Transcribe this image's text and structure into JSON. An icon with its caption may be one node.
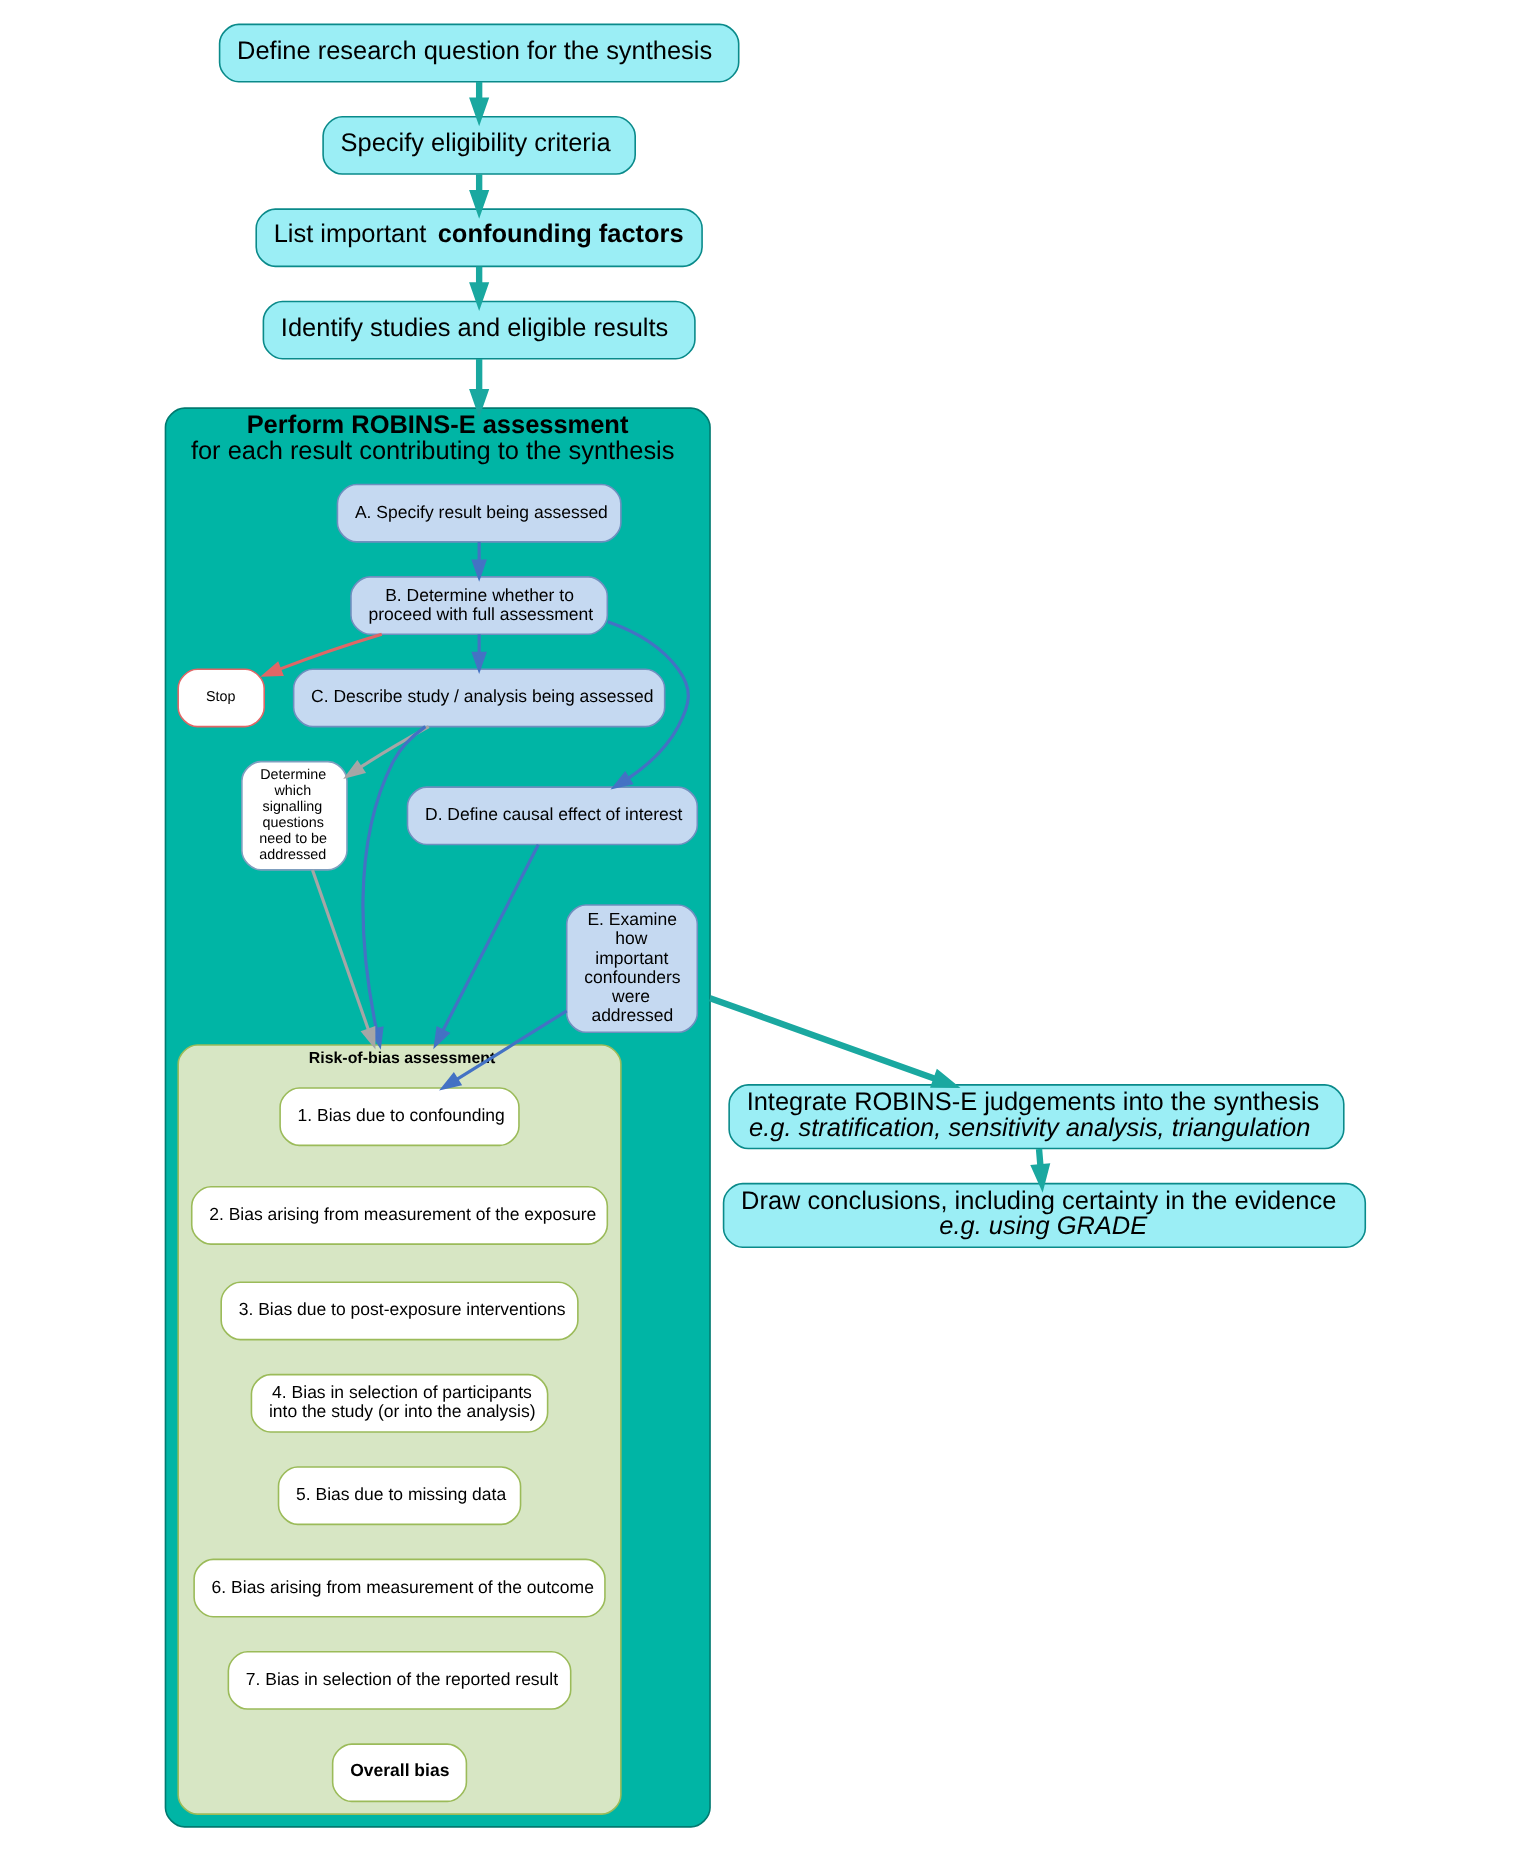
{
  "diagram": {
    "nodes": [
      {
        "text": [
          "Define research question for the synthesis"
        ]
      },
      {
        "text": [
          "Specify eligibility criteria"
        ]
      },
      {
        "text": [
          "List important **confounding factors**"
        ]
      },
      {
        "text": [
          "Identify studies and eligible results"
        ]
      },
      {
        "text": [
          "Perform ROBINS-E assessment",
          "for each result contributing to the synthesis"
        ]
      },
      {
        "text": [
          "A. Specify result being assessed"
        ],
        "in": 4
      },
      {
        "text": [
          "B. Determine whether to proceed with full assessment"
        ],
        "in": 4
      },
      {
        "text": [
          "Stop"
        ],
        "in": 4
      },
      {
        "text": [
          "C. Describe study / analysis being assessed"
        ],
        "in": 4
      },
      {
        "text": [
          "D. Define causal effect of interest"
        ],
        "in": 4
      },
      {
        "text": [
          "Determine which signalling questions need to be addressed"
        ],
        "in": 4
      },
      {
        "text": [
          "Risk-of-bias assessment"
        ],
        "in": 4
      },
      {
        "text": [
          "1. Bias due to confounding"
        ],
        "in": 11
      },
      {
        "text": [
          "2. Bias arising from measurement of the exposure"
        ],
        "in": 11
      },
      {
        "text": [
          "3. Bias due to post-exposure interventions"
        ],
        "in": 11
      },
      {
        "text": [
          "4. Bias in selection of participants into the study (or into the analysis)"
        ],
        "in": 11
      },
      {
        "text": [
          "5. Bias due to missing data"
        ],
        "in": 11
      },
      {
        "text": [
          "6. Bias arising from measurement of the outcome"
        ],
        "in": 11
      },
      {
        "text": [
          "7. Bias in selection of the reported result"
        ],
        "in": 11
      },
      {
        "text": [
          "Overall bias"
        ],
        "in": 11
      },
      {
        "text": [
          "E. Examine how important confounders were addressed"
        ],
        "in": 4
      },
      {
        "text": [
          "Integrate ROBINS-E judgements into the synthesis",
          "e.g. stratification, sensitivity analysis, triangulation"
        ]
      },
      {
        "text": [
          "Draw conclusions, including certainty in the evidence",
          "e.g. using GRADE"
        ]
      }
    ],
    "edges": [
      {
        "from": 0,
        "to": 1,
        "arrow": "to",
        "style": "thick"
      },
      {
        "from": 1,
        "to": 2,
        "arrow": "to",
        "style": "thick"
      },
      {
        "from": 2,
        "to": 3,
        "arrow": "to",
        "style": "thick"
      },
      {
        "from": 3,
        "to": 4,
        "arrow": "to",
        "style": "thick"
      },
      {
        "from": 5,
        "to": 6,
        "arrow": "to",
        "color": "#4472c4"
      },
      {
        "from": 6,
        "to": 7,
        "arrow": "to",
        "color": "#e06666"
      },
      {
        "from": 6,
        "to": 8,
        "arrow": "to",
        "color": "#4472c4"
      },
      {
        "from": 6,
        "to": 9,
        "arrow": "to",
        "color": "#4472c4"
      },
      {
        "from": 8,
        "to": 11,
        "arrow": "to",
        "color": "#4472c4"
      },
      {
        "from": 9,
        "to": 11,
        "arrow": "to",
        "color": "#4472c4"
      },
      {
        "from": 8,
        "to": 10,
        "arrow": "to",
        "color": "#a6a6a6"
      },
      {
        "from": 10,
        "to": 11,
        "arrow": "to",
        "color": "#a6a6a6"
      },
      {
        "from": 20,
        "to": 12,
        "arrow": "to",
        "color": "#4472c4"
      },
      {
        "from": 4,
        "to": 21,
        "arrow": "to",
        "style": "thick"
      },
      {
        "from": 21,
        "to": 22,
        "arrow": "to",
        "style": "thick"
      }
    ]
  }
}
